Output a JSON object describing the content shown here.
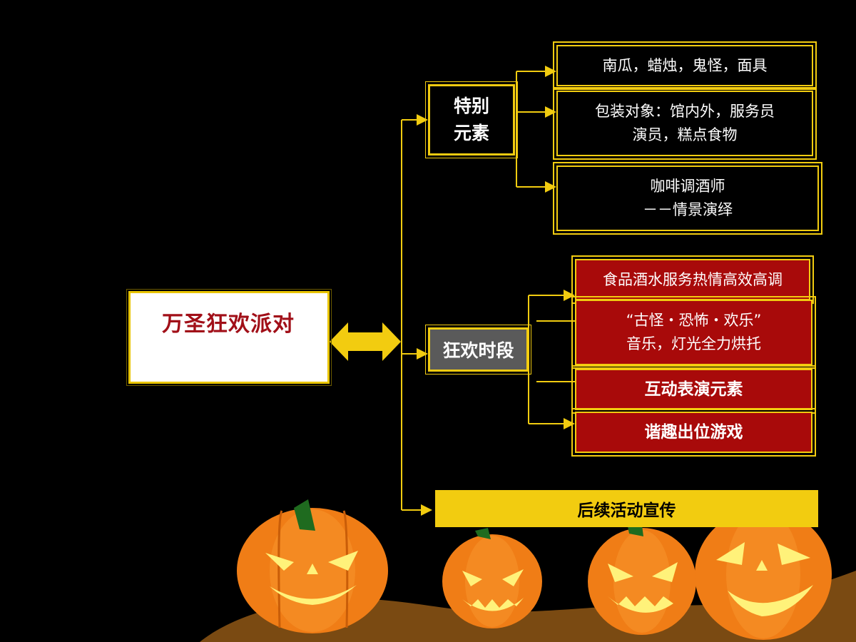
{
  "diagram": {
    "root": {
      "label": "万圣狂欢派对"
    },
    "special": {
      "label_line1": "特别",
      "label_line2": "元素",
      "items": [
        {
          "line1": "南瓜，蜡烛，鬼怪，面具",
          "line2": ""
        },
        {
          "line1": "包装对象：馆内外，服务员",
          "line2": "演员，糕点食物"
        },
        {
          "line1": "咖啡调酒师",
          "line2": "－－情景演绎"
        }
      ]
    },
    "carnival": {
      "label": "狂欢时段",
      "items": [
        {
          "line1": "食品酒水服务热情高效高调",
          "line2": ""
        },
        {
          "line1": "“古怪・恐怖・欢乐”",
          "line2": "音乐，灯光全力烘托"
        },
        {
          "line1": "互动表演元素",
          "line2": ""
        },
        {
          "line1": "谐趣出位游戏",
          "line2": ""
        }
      ]
    },
    "followup": {
      "label": "后续活动宣传"
    }
  },
  "colors": {
    "background": "#000000",
    "connector": "#f2cc10",
    "root_text": "#a10f18",
    "red_box": "#a80a0a",
    "pumpkin": "#f07d16",
    "ground": "#7a4a12"
  }
}
